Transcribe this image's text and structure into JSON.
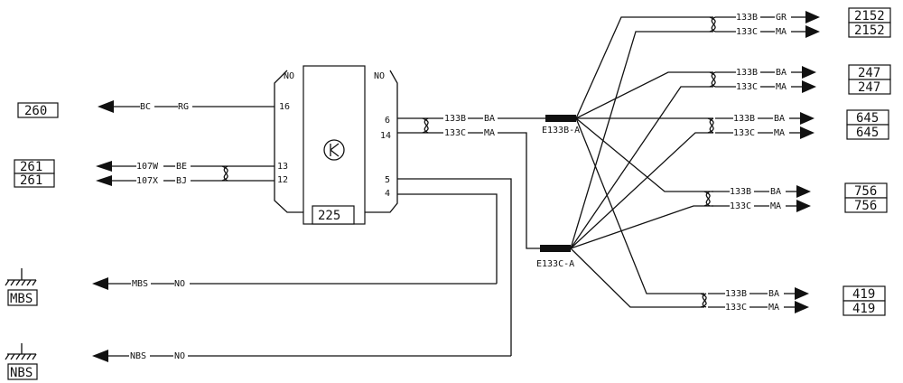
{
  "relay": {
    "no_left": "NO",
    "no_right": "NO",
    "id": "225",
    "pins": {
      "p16": "16",
      "p13": "13",
      "p12": "12",
      "p6": "6",
      "p14": "14",
      "p5": "5",
      "p4": "4"
    }
  },
  "left": {
    "w260": {
      "box": "260",
      "code": "BC",
      "color": "RG"
    },
    "w261a": {
      "box": "261",
      "code": "107W",
      "color": "BE"
    },
    "w261b": {
      "box": "261",
      "code": "107X",
      "color": "BJ"
    },
    "mbs": {
      "label": "MBS",
      "code": "MBS",
      "color": "NO"
    },
    "nbs": {
      "label": "NBS",
      "code": "NBS",
      "color": "NO"
    }
  },
  "center": {
    "wire_133b": {
      "code": "133B",
      "color": "BA"
    },
    "wire_133c": {
      "code": "133C",
      "color": "MA"
    },
    "splice_b": "E133B-A",
    "splice_c": "E133C-A"
  },
  "right": [
    {
      "box": "2152",
      "b_code": "133B",
      "b_color": "GR",
      "c_code": "133C",
      "c_color": "MA"
    },
    {
      "box": "247",
      "b_code": "133B",
      "b_color": "BA",
      "c_code": "133C",
      "c_color": "MA"
    },
    {
      "box": "645",
      "b_code": "133B",
      "b_color": "BA",
      "c_code": "133C",
      "c_color": "MA"
    },
    {
      "box": "756",
      "b_code": "133B",
      "b_color": "BA",
      "c_code": "133C",
      "c_color": "MA"
    },
    {
      "box": "419",
      "b_code": "133B",
      "b_color": "BA",
      "c_code": "133C",
      "c_color": "MA"
    }
  ]
}
